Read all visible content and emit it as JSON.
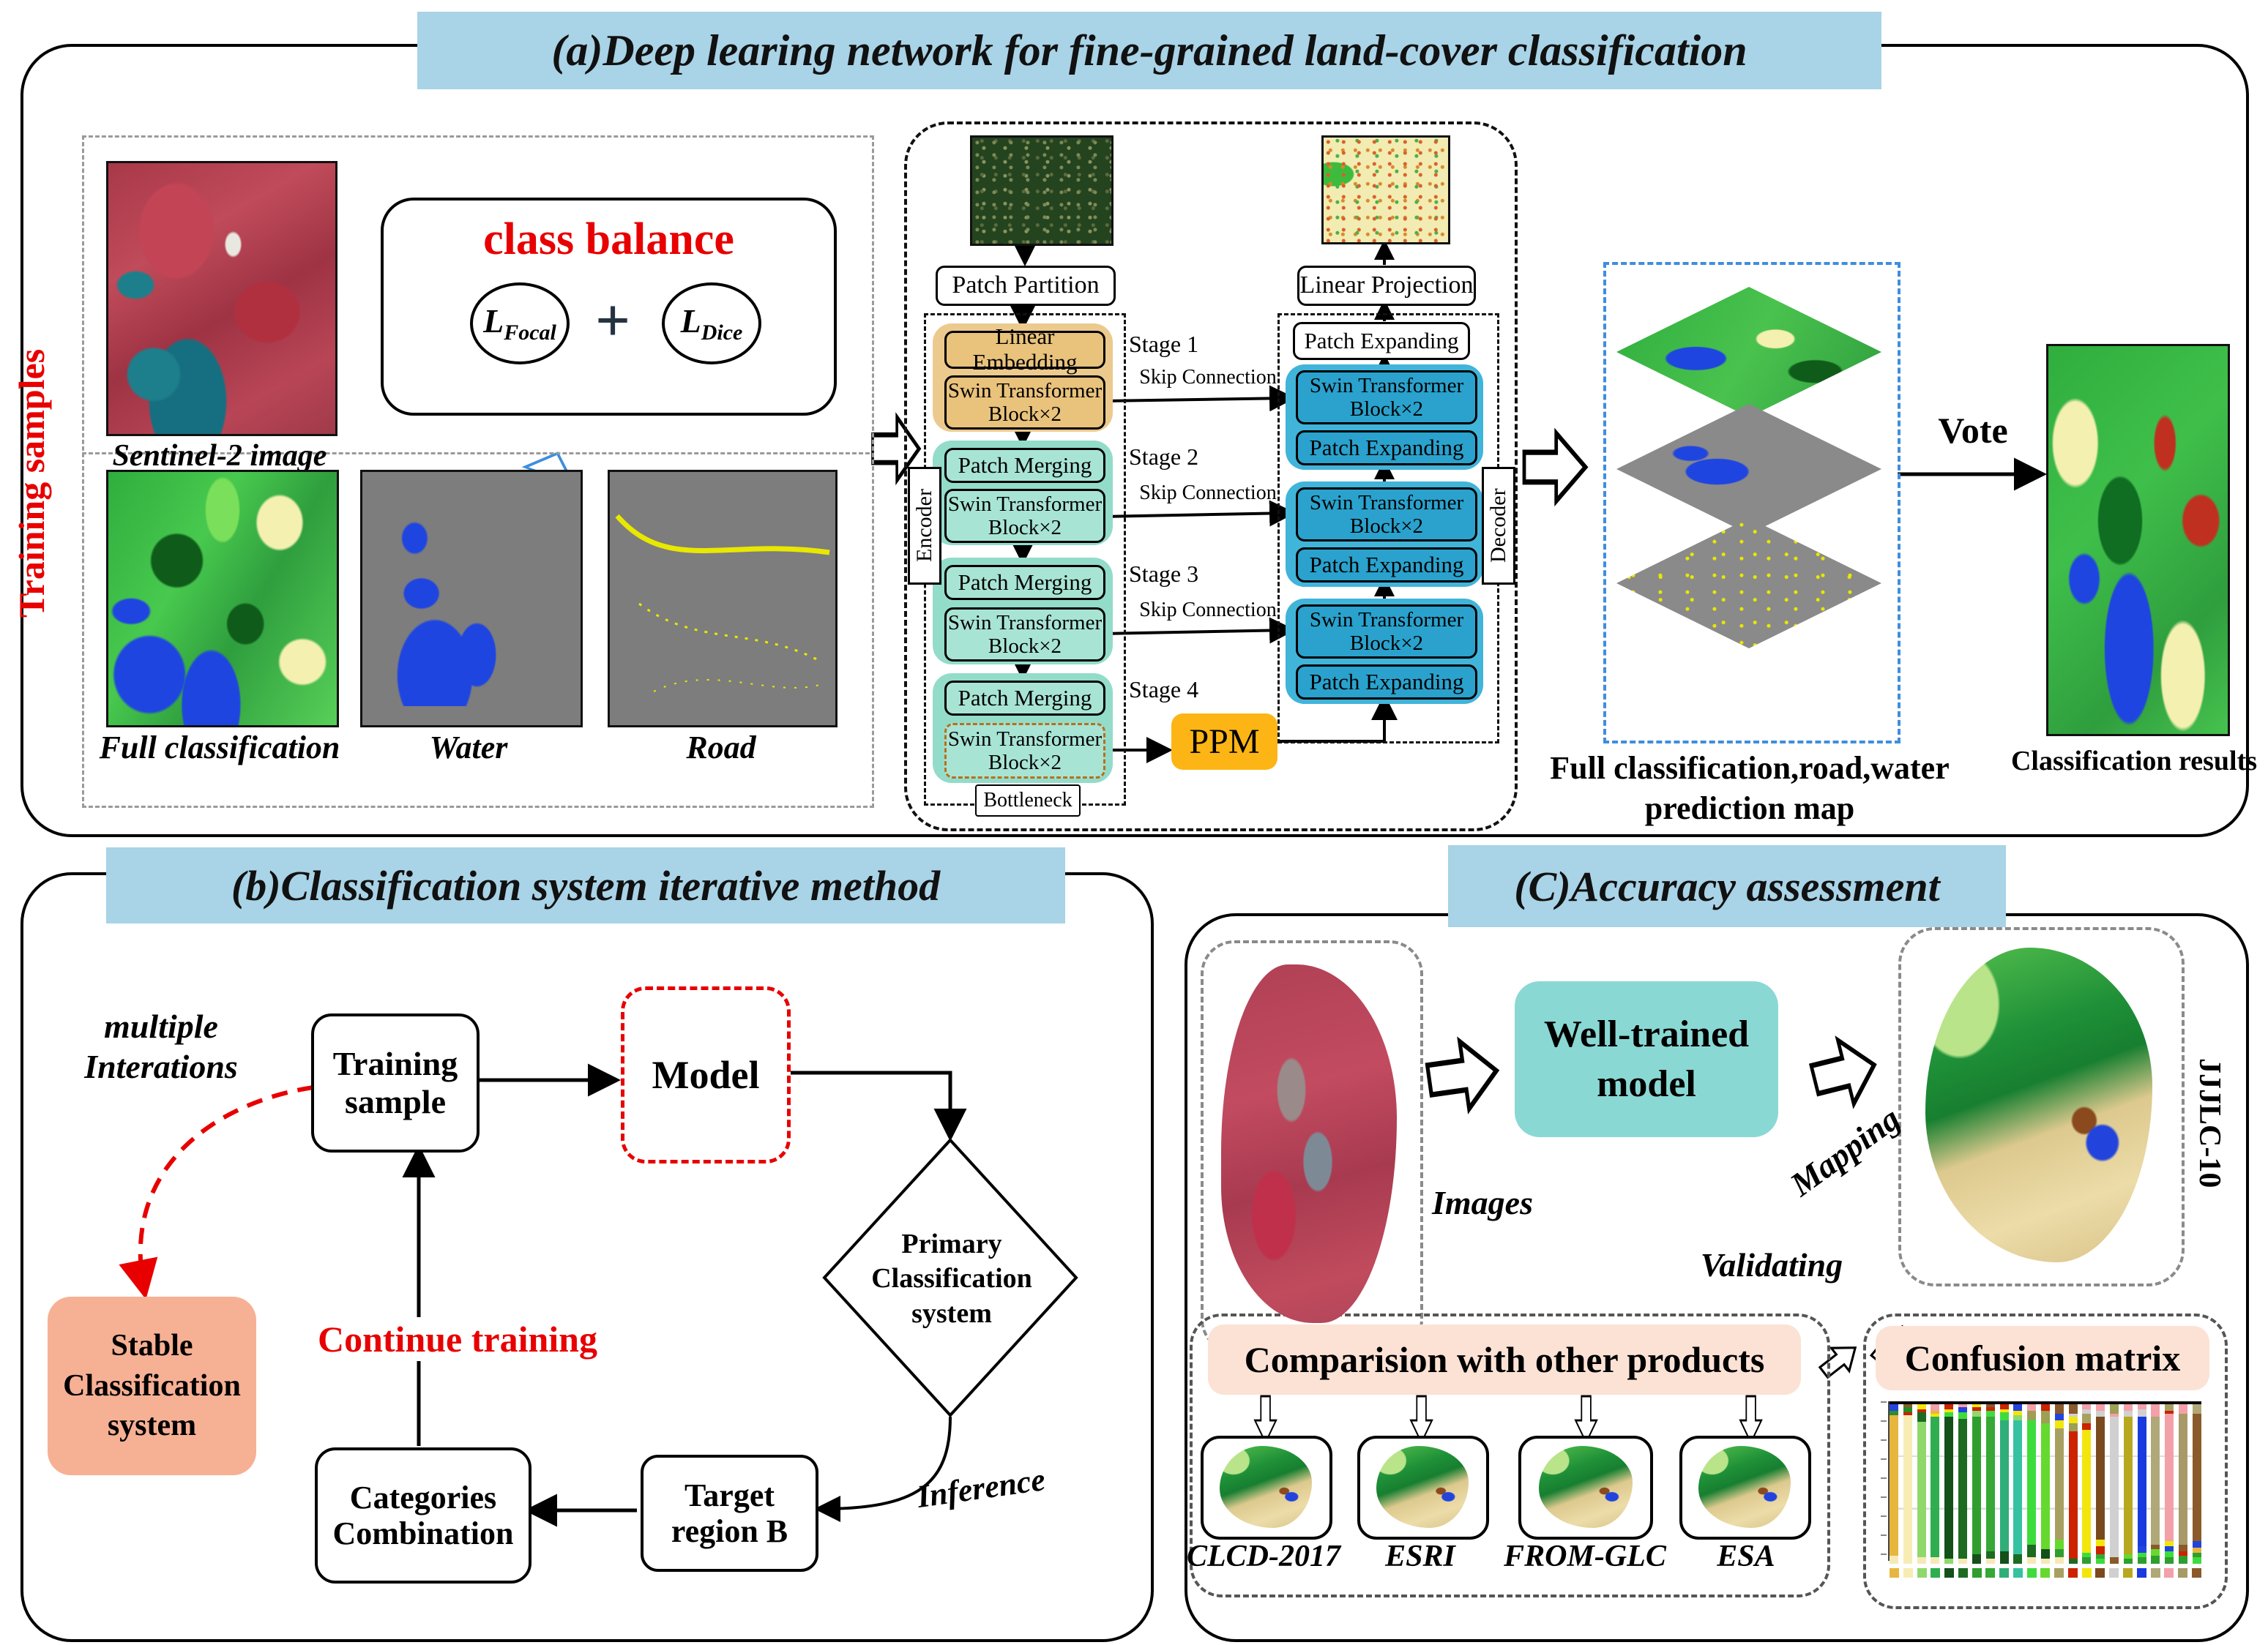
{
  "panel_a": {
    "title": "(a)Deep learing network for fine-grained land-cover classification",
    "side_label": "Training samples",
    "sentinel_label": "Sentinel-2 image",
    "class_balance": {
      "title": "class balance",
      "l": "L",
      "focal": "Focal",
      "dice": "Dice",
      "plus": "+"
    },
    "sample_labels": {
      "full": "Full classification",
      "water": "Water",
      "road": "Road"
    },
    "network": {
      "patch_partition": "Patch Partition",
      "linear_projection": "Linear Projection",
      "encoder_label": "Encoder",
      "decoder_label": "Decoder",
      "bottleneck_label": "Bottleneck",
      "ppm": "PPM",
      "stage1": "Stage 1",
      "stage2": "Stage 2",
      "stage3": "Stage 3",
      "stage4": "Stage 4",
      "skip": "Skip Connection",
      "linear_embedding": "Linear Embedding",
      "swin_block": "Swin Transformer\nBlock×2",
      "patch_merging": "Patch Merging",
      "patch_expanding": "Patch Expanding"
    },
    "vote": "Vote",
    "prediction_caption": "Full classification,road,water\nprediction map",
    "results_label": "Classification results"
  },
  "panel_b": {
    "title": "(b)Classification system iterative method",
    "multiple_iterations": "multiple\nInterations",
    "training_sample": "Training\nsample",
    "model": "Model",
    "primary": "Primary\nClassification\nsystem",
    "inference": "Inference",
    "target": "Target\nregion B",
    "categories": "Categories\nCombination",
    "continue_training": "Continue training",
    "stable": "Stable\nClassification\nsystem"
  },
  "panel_c": {
    "title": "(C)Accuracy assessment",
    "images_label": "Images",
    "well_trained": "Well-trained\nmodel",
    "mapping": "Mapping",
    "validating": "Validating",
    "jjjlc": "JJJLC-10",
    "comparison_title": "Comparision with other products",
    "products": [
      "CLCD-2017",
      "ESRI",
      "FROM-GLC",
      "ESA"
    ],
    "confusion_title": "Confusion matrix"
  },
  "colors": {
    "titlebar_blue": "#a9d3e6",
    "stage1_tan": "#ecca8e",
    "encoder_teal": "#93dcca",
    "decoder_blue": "#41b4da",
    "ppm_orange": "#fcb514",
    "stable_salmon": "#f6b094",
    "welltrained_teal": "#8ad8d4",
    "pink_bar": "#fbe2d5",
    "accent_red": "#e80000",
    "dashed_blue": "#3e8ede"
  },
  "chart_data": {
    "type": "stacked-bar",
    "title": "Confusion matrix",
    "xlabel": "",
    "ylabel": "",
    "x_tick_labels_illegible": true,
    "y_tick_labels_illegible": true,
    "ylim": [
      0,
      100
    ],
    "legend_position": "bottom",
    "bars": [
      {
        "segments": [
          [
            "#f6e9b6",
            5
          ],
          [
            "#e7b63e",
            88
          ],
          [
            "#2e8b2e",
            3
          ],
          [
            "#2244dd",
            4
          ]
        ]
      },
      {
        "segments": [
          [
            "#f7ecb4",
            93
          ],
          [
            "#cc2200",
            2
          ],
          [
            "#228b22",
            3
          ],
          [
            "#8a5a2a",
            2
          ]
        ]
      },
      {
        "segments": [
          [
            "#f6e9b6",
            4
          ],
          [
            "#8fd96c",
            85
          ],
          [
            "#1d6b22",
            6
          ],
          [
            "#cc2200",
            2
          ],
          [
            "#f2e60c",
            3
          ]
        ]
      },
      {
        "segments": [
          [
            "#f6e9b6",
            4
          ],
          [
            "#2fae4f",
            88
          ],
          [
            "#f2e60c",
            2
          ],
          [
            "#e7b63e",
            2
          ],
          [
            "#f4a0a8",
            4
          ]
        ]
      },
      {
        "segments": [
          [
            "#8fd96c",
            3
          ],
          [
            "#14501a",
            89
          ],
          [
            "#3ddc3d",
            3
          ],
          [
            "#f2e60c",
            2
          ],
          [
            "#cc2200",
            3
          ]
        ]
      },
      {
        "segments": [
          [
            "#f6e9b6",
            3
          ],
          [
            "#1d6b22",
            88
          ],
          [
            "#3ddc3d",
            4
          ],
          [
            "#2244dd",
            3
          ],
          [
            "#f4a0a8",
            2
          ]
        ]
      },
      {
        "segments": [
          [
            "#14501a",
            6
          ],
          [
            "#2f9e2f",
            86
          ],
          [
            "#8fd96c",
            4
          ],
          [
            "#cc2200",
            2
          ],
          [
            "#f2e60c",
            2
          ]
        ]
      },
      {
        "segments": [
          [
            "#f6e9b6",
            3
          ],
          [
            "#1d6b22",
            5
          ],
          [
            "#35a835",
            84
          ],
          [
            "#3ddc3d",
            4
          ],
          [
            "#cc2200",
            2
          ],
          [
            "#8a5a2a",
            2
          ]
        ]
      },
      {
        "segments": [
          [
            "#14501a",
            8
          ],
          [
            "#2fae7a",
            82
          ],
          [
            "#3ddc3d",
            5
          ],
          [
            "#f2e60c",
            2
          ],
          [
            "#cc2200",
            3
          ]
        ]
      },
      {
        "segments": [
          [
            "#1d6b22",
            6
          ],
          [
            "#35c2a0",
            84
          ],
          [
            "#8fd96c",
            3
          ],
          [
            "#f2e60c",
            3
          ],
          [
            "#2244dd",
            4
          ]
        ]
      },
      {
        "segments": [
          [
            "#f6e9b6",
            4
          ],
          [
            "#1d6b22",
            8
          ],
          [
            "#3ddc3d",
            78
          ],
          [
            "#9e9e55",
            6
          ],
          [
            "#f4a0a8",
            4
          ]
        ]
      },
      {
        "segments": [
          [
            "#f6e9b6",
            3
          ],
          [
            "#14501a",
            6
          ],
          [
            "#66d92e",
            79
          ],
          [
            "#9e9e55",
            8
          ],
          [
            "#cc2200",
            4
          ]
        ]
      },
      {
        "segments": [
          [
            "#f6e9b6",
            4
          ],
          [
            "#2f9e2f",
            5
          ],
          [
            "#66d92e",
            6
          ],
          [
            "#a8a060",
            70
          ],
          [
            "#f2e60c",
            5
          ],
          [
            "#2244dd",
            4
          ],
          [
            "#8a5a2a",
            6
          ]
        ]
      },
      {
        "segments": [
          [
            "#1d6b22",
            3
          ],
          [
            "#cc2200",
            80
          ],
          [
            "#9e9e55",
            5
          ],
          [
            "#f2e60c",
            4
          ],
          [
            "#d0d0d0",
            2
          ],
          [
            "#8a5a2a",
            6
          ]
        ]
      },
      {
        "segments": [
          [
            "#2f9e2f",
            4
          ],
          [
            "#3ddc3d",
            3
          ],
          [
            "#f2e60c",
            77
          ],
          [
            "#cc2200",
            4
          ],
          [
            "#a8a060",
            6
          ],
          [
            "#d0d0d0",
            3
          ],
          [
            "#f4a0a8",
            3
          ]
        ]
      },
      {
        "segments": [
          [
            "#3ddc3d",
            3
          ],
          [
            "#35a835",
            3
          ],
          [
            "#cc2200",
            5
          ],
          [
            "#f2e60c",
            4
          ],
          [
            "#7a4a1e",
            77
          ],
          [
            "#d0d0d0",
            4
          ],
          [
            "#f4a0a8",
            4
          ]
        ]
      },
      {
        "segments": [
          [
            "#8a5a2a",
            4
          ],
          [
            "#d0d0d0",
            88
          ],
          [
            "#f4a0a8",
            2
          ],
          [
            "#9e9e55",
            6
          ]
        ]
      },
      {
        "segments": [
          [
            "#2f9e2f",
            3
          ],
          [
            "#66d92e",
            3
          ],
          [
            "#b8a820",
            86
          ],
          [
            "#d0d0d0",
            4
          ],
          [
            "#f4a0a8",
            4
          ]
        ]
      },
      {
        "segments": [
          [
            "#2f9e2f",
            4
          ],
          [
            "#3ddc3d",
            3
          ],
          [
            "#2244dd",
            4
          ],
          [
            "#1a3adf",
            81
          ],
          [
            "#d0d0d0",
            5
          ],
          [
            "#f4a0a8",
            3
          ]
        ]
      },
      {
        "segments": [
          [
            "#2f9e2f",
            5
          ],
          [
            "#66d92e",
            4
          ],
          [
            "#8a5a2a",
            3
          ],
          [
            "#b0a878",
            80
          ],
          [
            "#f4a0a8",
            8
          ]
        ]
      },
      {
        "segments": [
          [
            "#2f9e2f",
            4
          ],
          [
            "#3ddc3d",
            4
          ],
          [
            "#2244dd",
            3
          ],
          [
            "#f2e60c",
            3
          ],
          [
            "#f4a0a8",
            80
          ],
          [
            "#cc2200",
            2
          ],
          [
            "#a8a060",
            4
          ]
        ]
      },
      {
        "segments": [
          [
            "#2f9e2f",
            5
          ],
          [
            "#cc2200",
            3
          ],
          [
            "#8a5a2a",
            4
          ],
          [
            "#a89a68",
            82
          ],
          [
            "#f4a0a8",
            6
          ]
        ]
      },
      {
        "segments": [
          [
            "#3ddc3d",
            4
          ],
          [
            "#2f9e2f",
            3
          ],
          [
            "#e7b63e",
            3
          ],
          [
            "#2244dd",
            4
          ],
          [
            "#8a5a2a",
            80
          ],
          [
            "#b0a878",
            6
          ]
        ]
      }
    ]
  }
}
